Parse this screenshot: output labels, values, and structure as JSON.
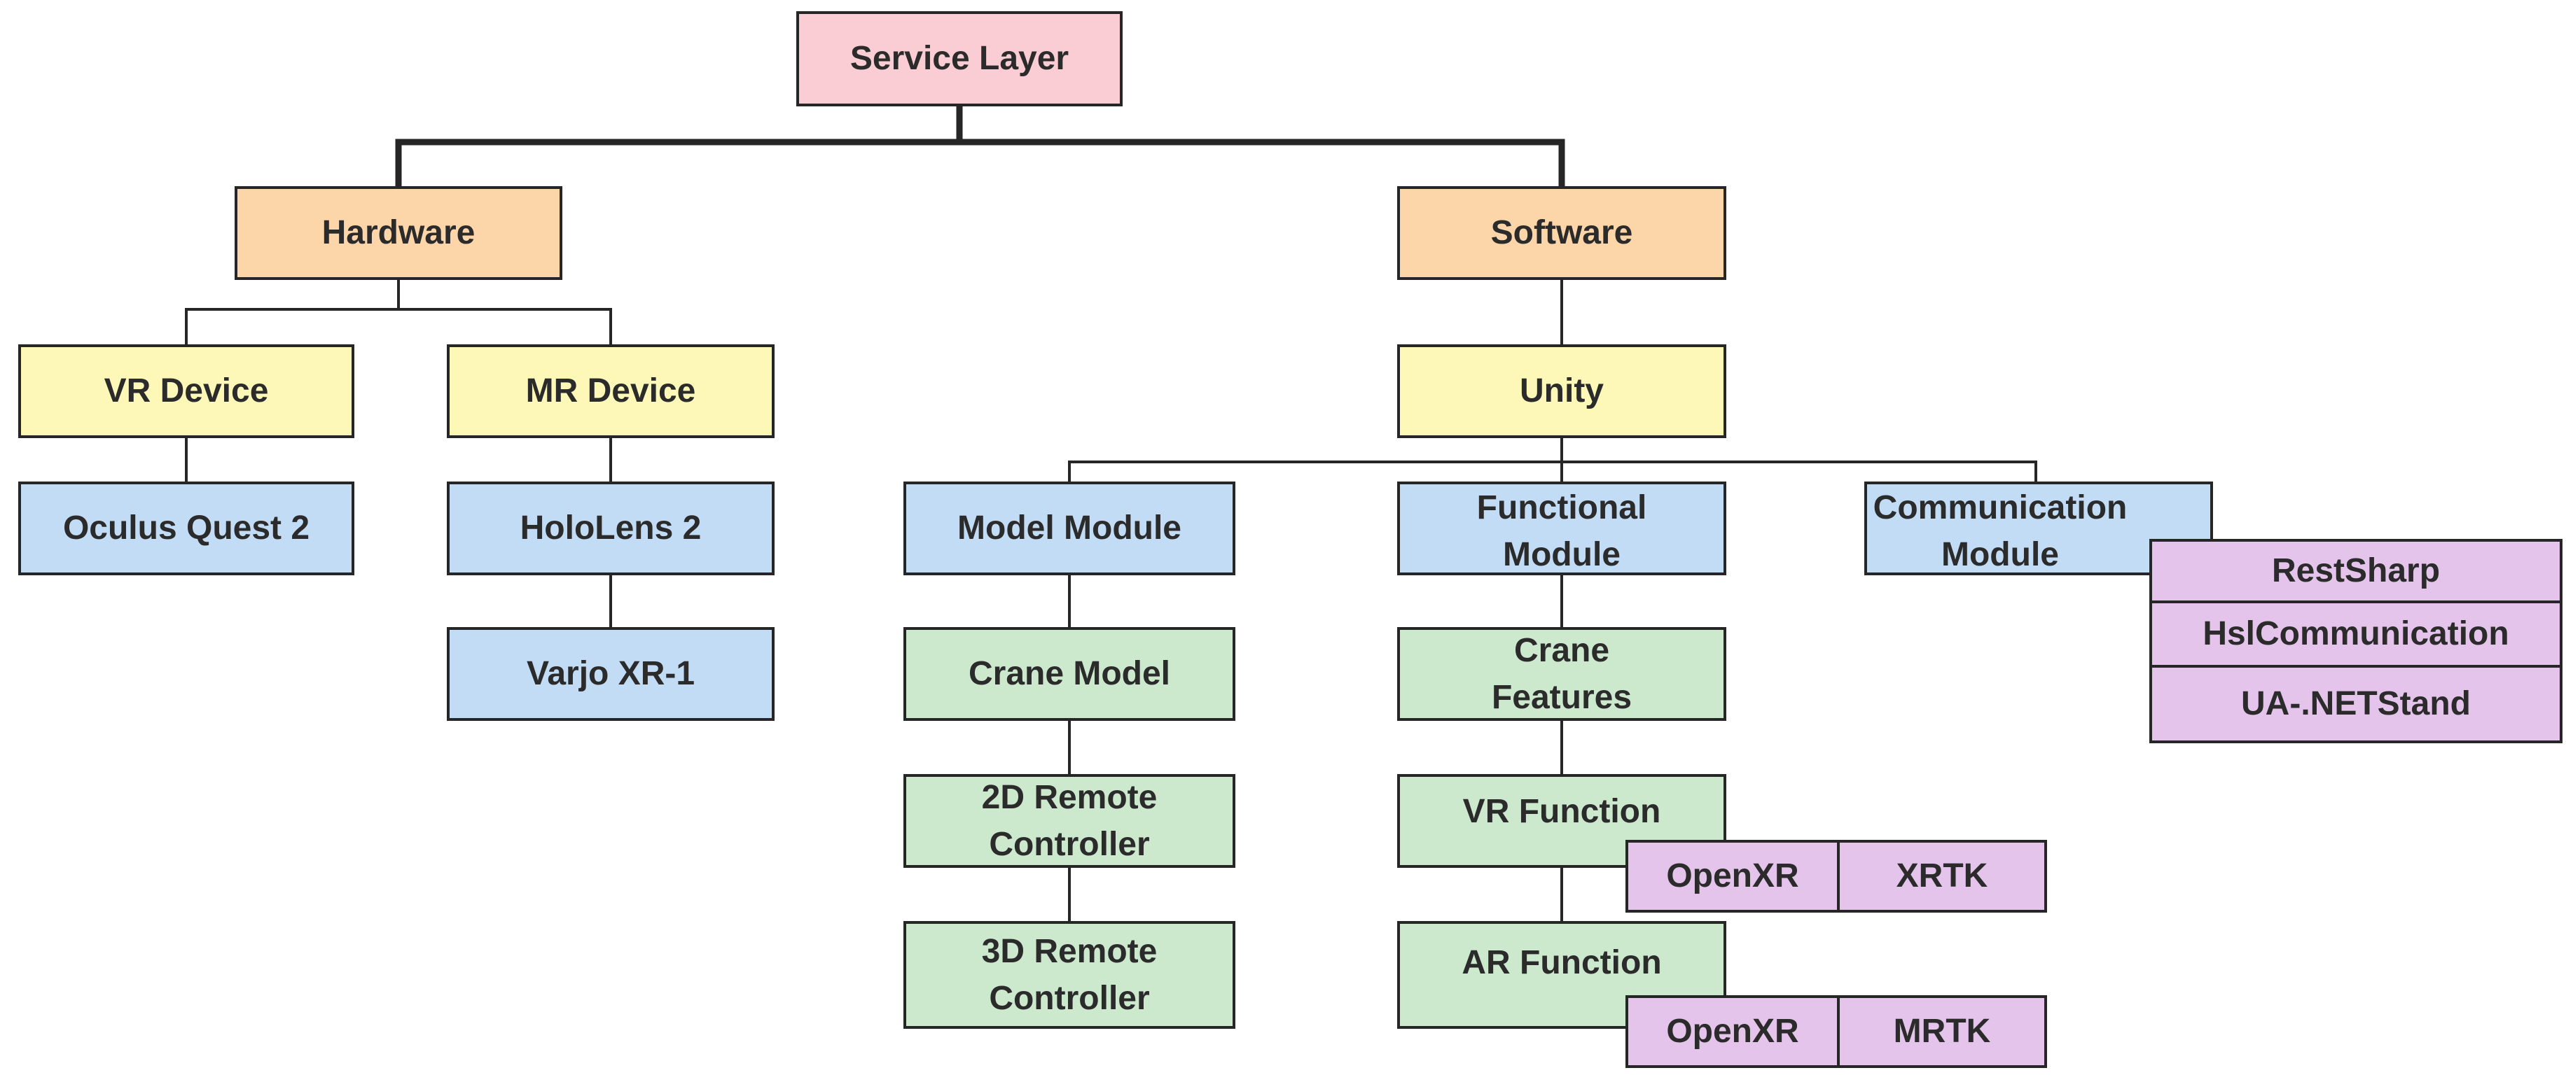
{
  "nodes": {
    "service_layer": "Service Layer",
    "hardware": "Hardware",
    "software": "Software",
    "vr_device": "VR Device",
    "mr_device": "MR Device",
    "unity": "Unity",
    "oculus_quest_2": "Oculus Quest 2",
    "hololens_2": "HoloLens 2",
    "varjo_xr1": "Varjo XR-1",
    "model_module": "Model Module",
    "functional_module": "Functional\nModule",
    "communication_module": "Communication\nModule",
    "crane_model": "Crane Model",
    "remote_2d": "2D Remote\nController",
    "remote_3d": "3D Remote\nController",
    "crane_features": "Crane\nFeatures",
    "vr_function": "VR Function",
    "ar_function": "AR Function",
    "restsharp": "RestSharp",
    "hslcommunication": "HslCommunication",
    "ua_netstand": "UA-.NETStand",
    "openxr_vr": "OpenXR",
    "xrtk": "XRTK",
    "openxr_ar": "OpenXR",
    "mrtk": "MRTK"
  },
  "colors": {
    "root": "#f9cdd3",
    "category": "#fcd5a8",
    "platform": "#fdf8b8",
    "device_or_module": "#c2dcf5",
    "feature": "#cce8cd",
    "library": "#e4c4ea",
    "line": "#262626"
  }
}
